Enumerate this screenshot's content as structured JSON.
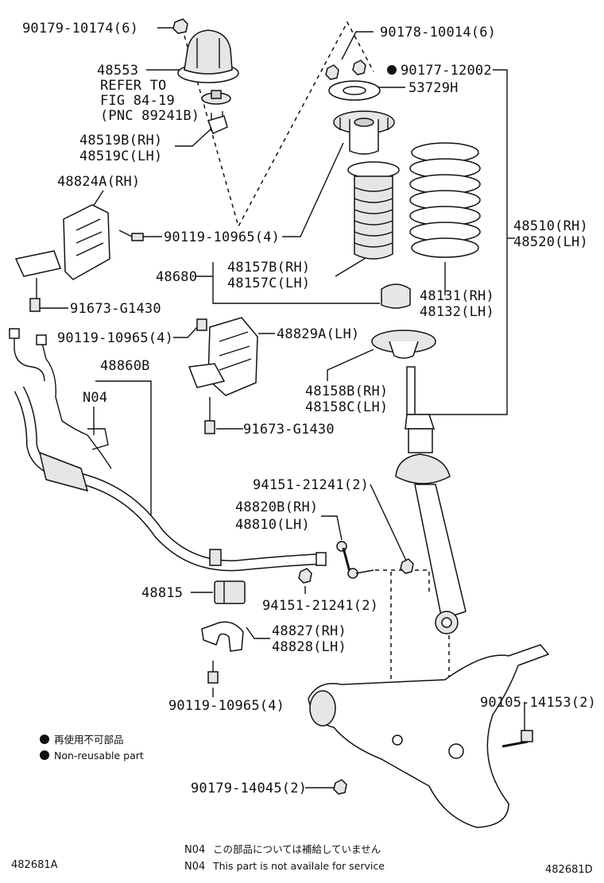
{
  "labels": {
    "p90179_10174": "90179-10174(6)",
    "p90178_10014": "90178-10014(6)",
    "p48553": "48553",
    "p90177_12002": "90177-12002",
    "refer_to": "REFER TO",
    "fig_84_19": "FIG 84-19",
    "pnc_89241b": "(PNC 89241B)",
    "p53729h": "53729H",
    "p48519b": "48519B(RH)",
    "p48519c": "48519C(LH)",
    "p48824a": "48824A(RH)",
    "p48510": "48510(RH)",
    "p48520": "48520(LH)",
    "p90119_10965_a": "90119-10965(4)",
    "p48680": "48680",
    "p48157b": "48157B(RH)",
    "p48157c": "48157C(LH)",
    "p48131": "48131(RH)",
    "p48132": "48132(LH)",
    "p91673_g1430_a": "91673-G1430",
    "p90119_10965_b": "90119-10965(4)",
    "p48829a": "48829A(LH)",
    "p48860b": "48860B",
    "p48158b": "48158B(RH)",
    "p48158c": "48158C(LH)",
    "n04": "N04",
    "p91673_g1430_b": "91673-G1430",
    "p94151_21241_a": "94151-21241(2)",
    "p48820b": "48820B(RH)",
    "p48810": "48810(LH)",
    "p48815": "48815",
    "p94151_21241_b": "94151-21241(2)",
    "p48827": "48827(RH)",
    "p48828": "48828(LH)",
    "p90119_10965_c": "90119-10965(4)",
    "p90105_14153": "90105-14153(2)",
    "p90179_14045": "90179-14045(2)"
  },
  "legend": {
    "jp": "再使用不可部品",
    "en": "Non-reusable part"
  },
  "footnote": {
    "code1": "N04",
    "jp": "この部品については補給していません",
    "code2": "N04",
    "en": "This part is not availale for service"
  },
  "figure_ids": {
    "left": "482681A",
    "right": "482681D"
  }
}
